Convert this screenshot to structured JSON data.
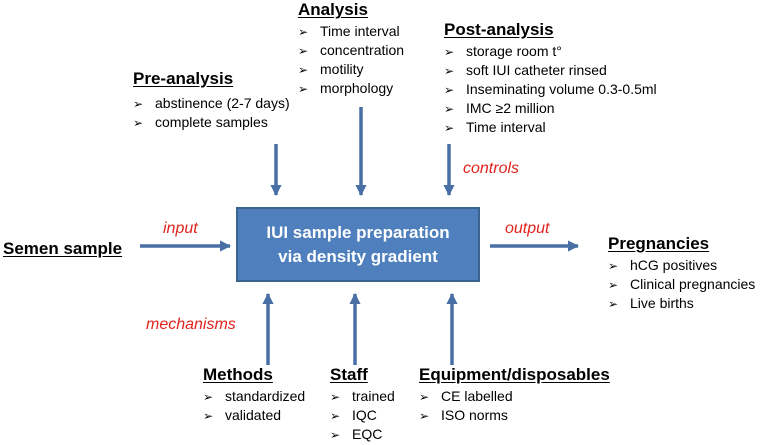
{
  "pre_analysis": {
    "title": "Pre-analysis",
    "items": [
      "abstinence (2-7 days)",
      "complete samples"
    ]
  },
  "analysis": {
    "title": "Analysis",
    "items": [
      "Time interval",
      "concentration",
      "motility",
      "morphology"
    ]
  },
  "post_analysis": {
    "title": "Post-analysis",
    "items": [
      "storage room t°",
      "soft IUI catheter rinsed",
      "Inseminating volume 0.3-0.5ml",
      "IMC ≥2 million",
      "Time interval"
    ]
  },
  "labels": {
    "controls": "controls",
    "input": "input",
    "output": "output",
    "mechanisms": "mechanisms"
  },
  "process": {
    "line1": "IUI sample preparation",
    "line2": "via density gradient"
  },
  "input_node": {
    "title": "Semen sample"
  },
  "output_node": {
    "title": "Pregnancies",
    "items": [
      "hCG positives",
      "Clinical pregnancies",
      "Live births"
    ]
  },
  "methods": {
    "title": "Methods",
    "items": [
      "standardized",
      "validated"
    ]
  },
  "staff": {
    "title": "Staff",
    "items": [
      "trained",
      "IQC",
      "EQC"
    ]
  },
  "equipment": {
    "title": "Equipment/disposables",
    "items": [
      "CE labelled",
      "ISO norms"
    ]
  },
  "colors": {
    "box_fill": "#4f80bd",
    "arrow": "#4a6fa5",
    "label_red": "#e0231d"
  }
}
